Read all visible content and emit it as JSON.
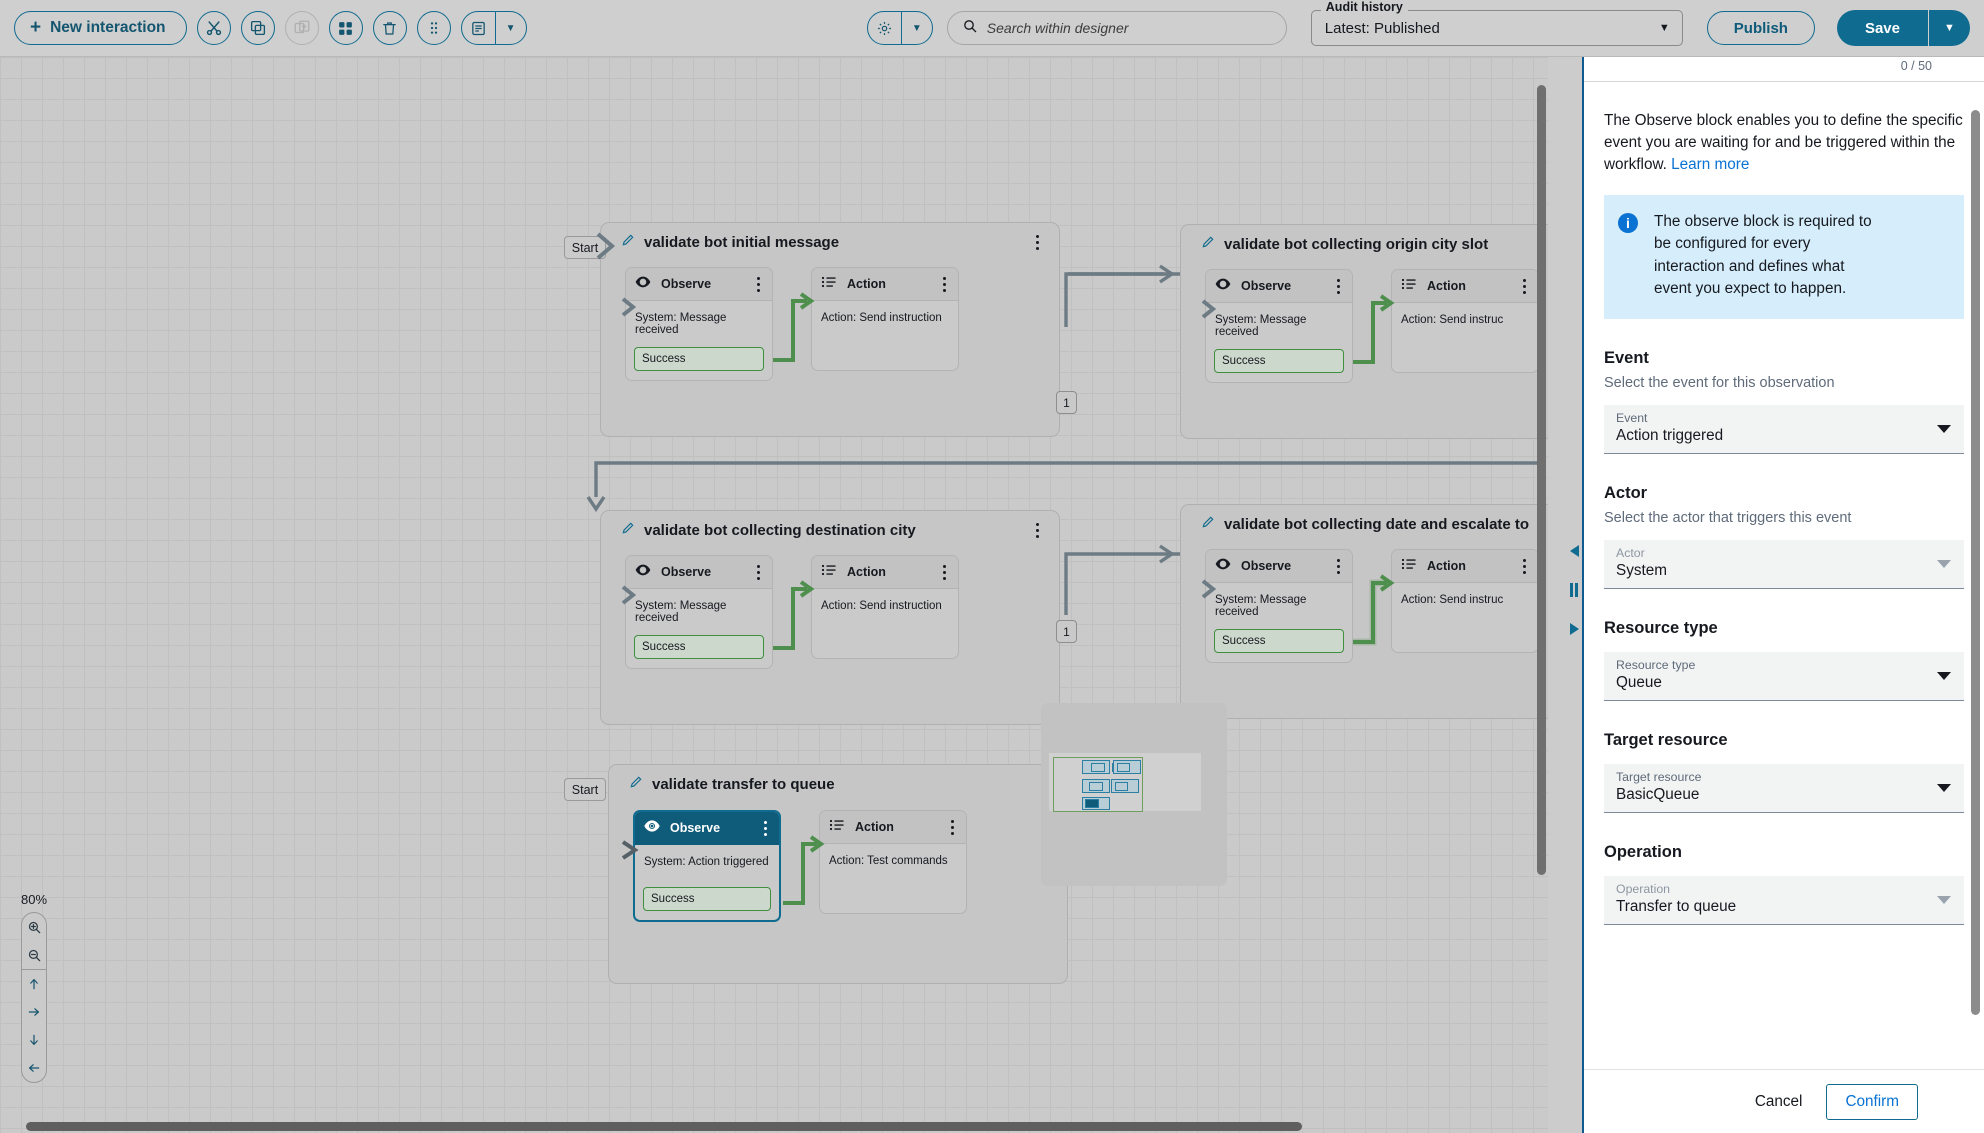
{
  "toolbar": {
    "new_interaction_label": "New interaction",
    "icons": [
      {
        "name": "cut-icon",
        "glyph": "scissors"
      },
      {
        "name": "copy-icon",
        "glyph": "copy"
      },
      {
        "name": "duplicate-icon",
        "glyph": "duplicate",
        "disabled": true
      },
      {
        "name": "grid-icon",
        "glyph": "grid"
      },
      {
        "name": "delete-icon",
        "glyph": "trash"
      },
      {
        "name": "drag-handle-icon",
        "glyph": "dots6"
      }
    ],
    "notes_split_label": "notes",
    "settings_split_label": "settings",
    "search": {
      "placeholder": "Search within designer"
    },
    "audit": {
      "legend": "Audit history",
      "value": "Latest: Published"
    },
    "publish_label": "Publish",
    "save_label": "Save"
  },
  "canvas": {
    "zoom_level": "80%",
    "start_label": "Start",
    "connector_badge": "1",
    "flows": [
      {
        "title": "validate bot initial message",
        "has_start": true,
        "observe": {
          "header": "Observe",
          "body": "System: Message received",
          "output": "Success",
          "selected": false
        },
        "action": {
          "header": "Action",
          "body": "Action: Send instruction"
        }
      },
      {
        "title": "validate bot collecting origin city slot",
        "has_start": false,
        "observe": {
          "header": "Observe",
          "body": "System: Message received",
          "output": "Success",
          "selected": false
        },
        "action": {
          "header": "Action",
          "body": "Action: Send instruc"
        }
      },
      {
        "title": "validate bot collecting destination city",
        "has_start": false,
        "observe": {
          "header": "Observe",
          "body": "System: Message received",
          "output": "Success",
          "selected": false
        },
        "action": {
          "header": "Action",
          "body": "Action: Send instruction"
        }
      },
      {
        "title": "validate bot collecting date and escalate to",
        "has_start": false,
        "observe": {
          "header": "Observe",
          "body": "System: Message received",
          "output": "Success",
          "selected": false
        },
        "action": {
          "header": "Action",
          "body": "Action: Send instruc"
        }
      },
      {
        "title": "validate transfer to queue",
        "has_start": true,
        "observe": {
          "header": "Observe",
          "body": "System: Action triggered",
          "output": "Success",
          "selected": true
        },
        "action": {
          "header": "Action",
          "body": "Action: Test commands"
        }
      }
    ]
  },
  "panel": {
    "char_count": "0 / 50",
    "description": "The Observe block enables you to define the specific event you are waiting for and be triggered within the workflow.",
    "learn_more": "Learn more",
    "alert": "The observe block is required to be configured for every interaction and defines what event you expect to happen.",
    "sections": [
      {
        "title": "Event",
        "subtitle": "Select the event for this observation",
        "field_label": "Event",
        "field_value": "Action triggered",
        "disabled": false
      },
      {
        "title": "Actor",
        "subtitle": "Select the actor that triggers this event",
        "field_label": "Actor",
        "field_value": "System",
        "disabled": true
      },
      {
        "title": "Resource type",
        "subtitle": "",
        "field_label": "Resource type",
        "field_value": "Queue",
        "disabled": false
      },
      {
        "title": "Target resource",
        "subtitle": "",
        "field_label": "Target resource",
        "field_value": "BasicQueue",
        "disabled": false
      },
      {
        "title": "Operation",
        "subtitle": "",
        "field_label": "Operation",
        "field_value": "Transfer to queue",
        "disabled": true
      }
    ],
    "cancel_label": "Cancel",
    "confirm_label": "Confirm"
  },
  "colors": {
    "accent": "#0f6b8f",
    "link": "#0972d3",
    "selected_block": "#0f5b7a",
    "success_border": "#3f8f3f",
    "connector_green": "#4e8f4e",
    "connector_gray": "#6d7b84"
  }
}
